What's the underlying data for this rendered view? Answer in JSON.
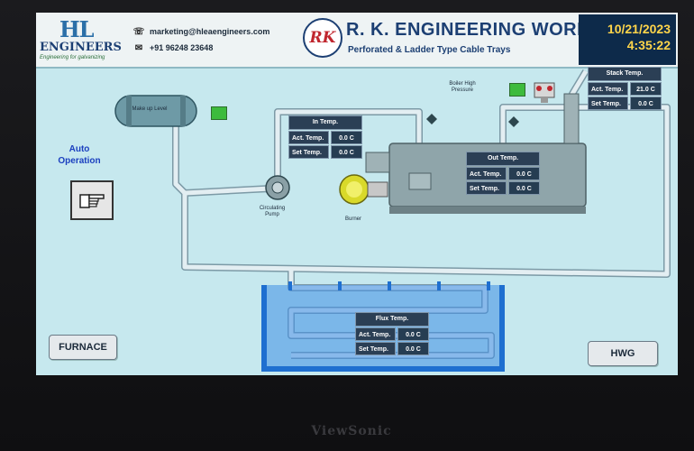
{
  "header": {
    "logo_mark": "HL",
    "logo_text": "ENGINEERS",
    "logo_tagline": "Engineering for galvanizing",
    "email": "marketing@hleaengineers.com",
    "phone": "+91 96248 23648",
    "rk_mark": "RK",
    "company_name": "R. K. ENGINEERING WORKS",
    "company_sub": "Perforated & Ladder Type Cable Trays",
    "date": "10/21/2023",
    "time": "4:35:22"
  },
  "diagram": {
    "makeup_label": "Make up Level",
    "boiler_pressure_label": "Boiler High Pressure",
    "pump_label": "Circulating Pump",
    "burner_label": "Burner",
    "mode_label": "Auto Operation"
  },
  "in_temp": {
    "title": "In Temp.",
    "act_label": "Act. Temp.",
    "act_value": "0.0 C",
    "set_label": "Set Temp.",
    "set_value": "0.0 C"
  },
  "out_temp": {
    "title": "Out Temp.",
    "act_label": "Act. Temp.",
    "act_value": "0.0 C",
    "set_label": "Set Temp.",
    "set_value": "0.0 C"
  },
  "stack_temp": {
    "title": "Stack Temp.",
    "act_label": "Act. Temp.",
    "act_value": "21.0 C",
    "set_label": "Set Temp.",
    "set_value": "0.0 C"
  },
  "flux_temp": {
    "title": "Flux Temp.",
    "act_label": "Act. Temp.",
    "act_value": "0.0 C",
    "set_label": "Set Temp.",
    "set_value": "0.0 C"
  },
  "buttons": {
    "furnace": "FURNACE",
    "hwg": "HWG"
  },
  "monitor_brand": "ViewSonic",
  "colors": {
    "screen_bg": "#c6e8ee",
    "indicator_green": "#3dbb3d",
    "pipe": "#d9e6ec",
    "tank_blue": "#1e6fd0"
  }
}
